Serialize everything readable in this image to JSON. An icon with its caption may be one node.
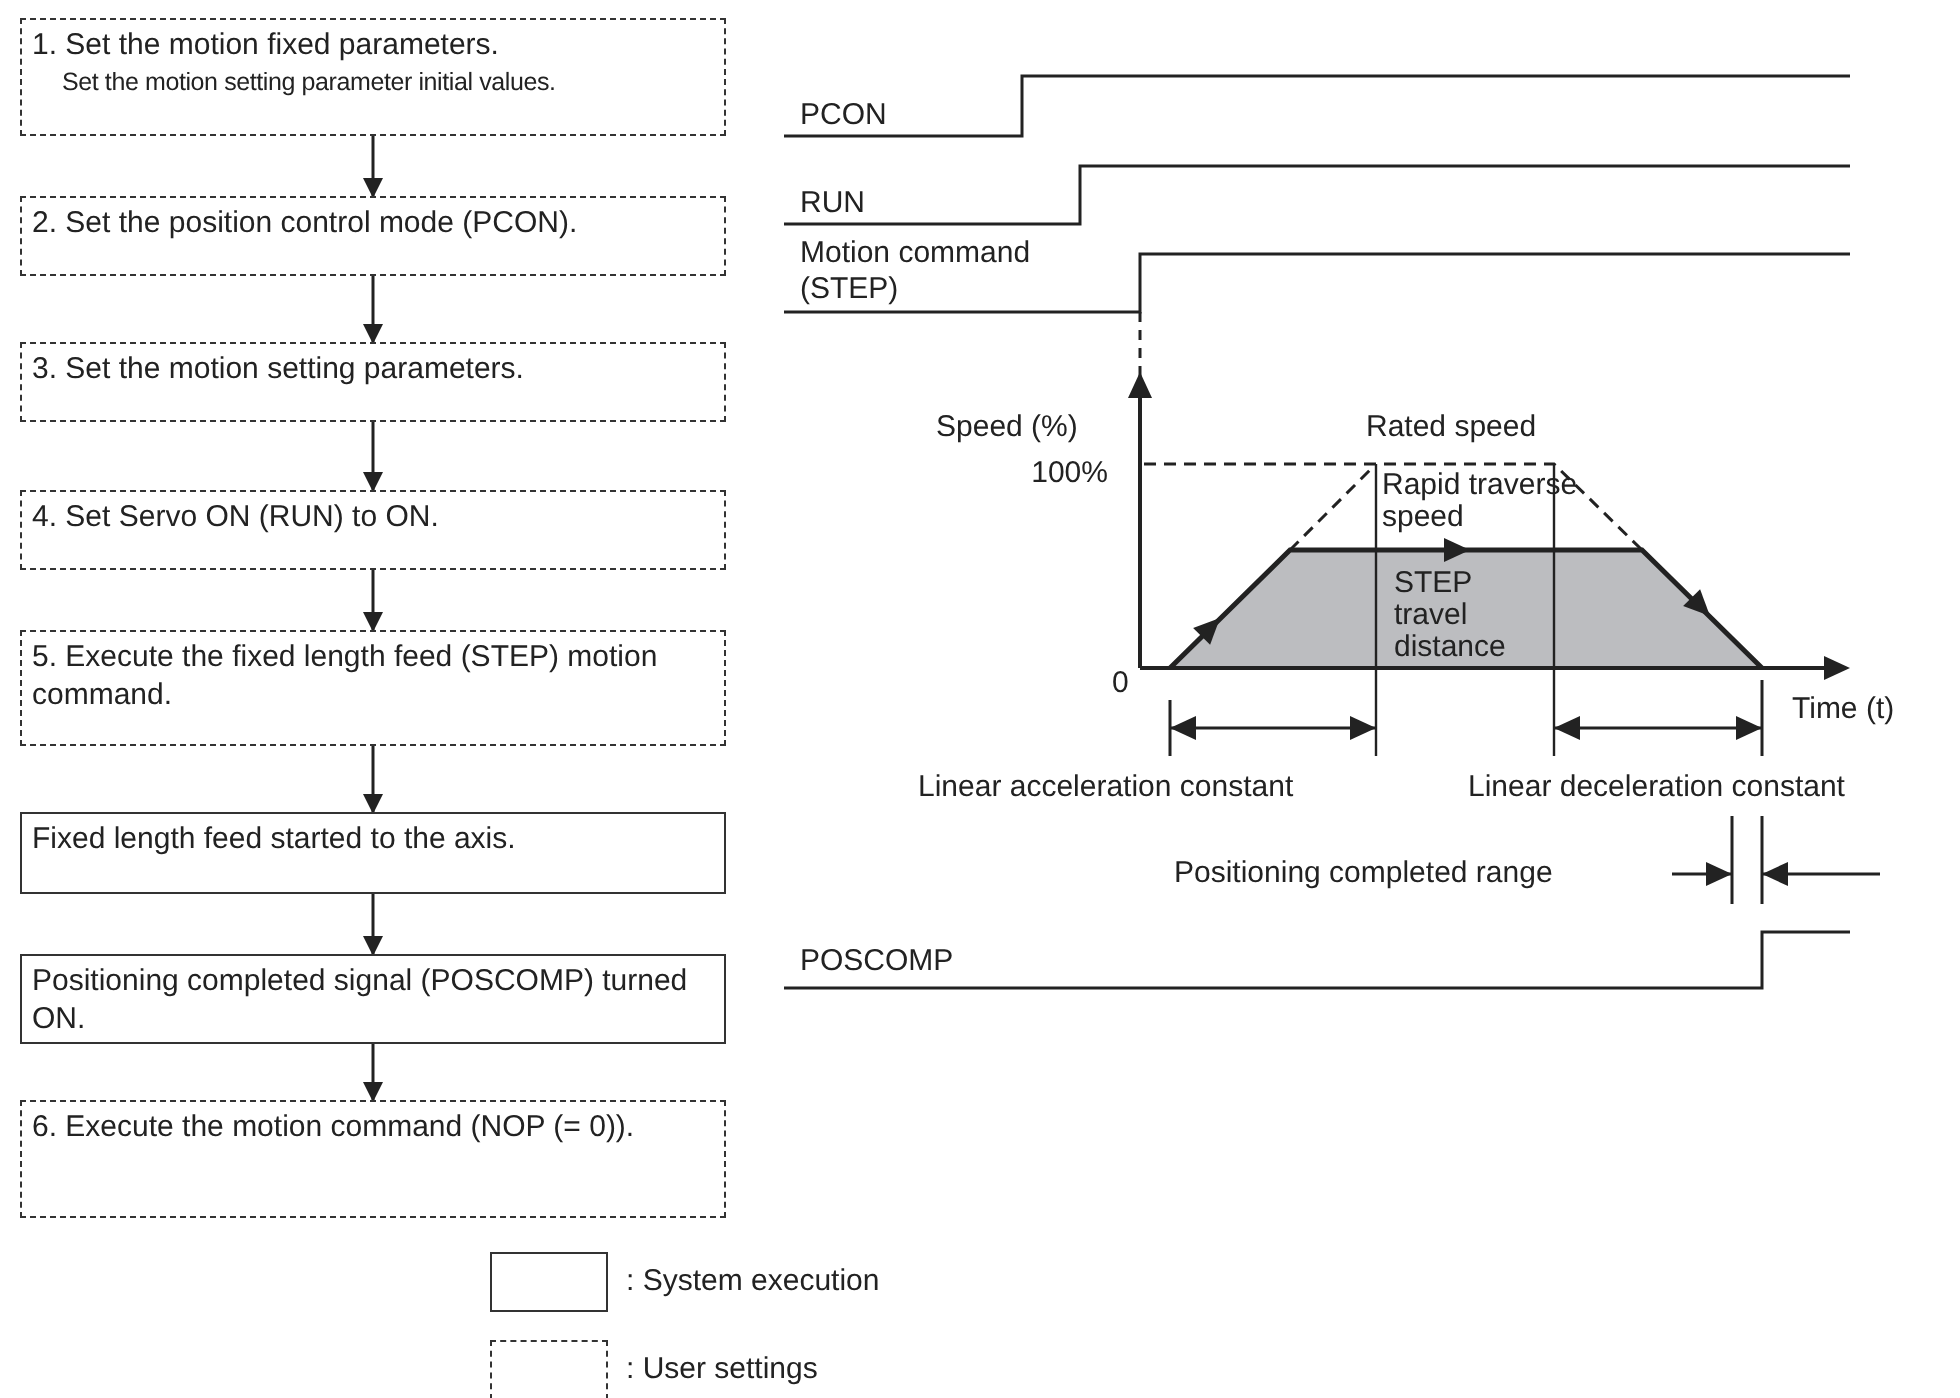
{
  "diagram": {
    "nodes": [
      {
        "text": [
          "1. Set the motion fixed parameters.",
          "Set the motion setting parameter initial values."
        ]
      },
      {
        "text": [
          "2. Set the position control mode (PCON)."
        ]
      },
      {
        "text": [
          "3. Set the motion setting parameters."
        ]
      },
      {
        "text": [
          "4. Set Servo ON (RUN) to ON."
        ]
      },
      {
        "text": [
          "5. Execute the fixed length feed (STEP) motion command."
        ]
      },
      {
        "text": [
          "Fixed length feed started to the axis."
        ]
      },
      {
        "text": [
          "Positioning completed signal (POSCOMP) turned ON."
        ]
      },
      {
        "text": [
          "6. Execute the motion command (NOP (= 0))."
        ]
      }
    ],
    "edges": [
      {
        "from": 0,
        "to": 1,
        "arrow": "to"
      },
      {
        "from": 1,
        "to": 2,
        "arrow": "to"
      },
      {
        "from": 2,
        "to": 3,
        "arrow": "to"
      },
      {
        "from": 3,
        "to": 4,
        "arrow": "to"
      },
      {
        "from": 4,
        "to": 5,
        "arrow": "to"
      },
      {
        "from": 5,
        "to": 6,
        "arrow": "to"
      },
      {
        "from": 6,
        "to": 7,
        "arrow": "to"
      }
    ],
    "labels": [
      "PCON",
      "RUN",
      "Motion command (STEP)",
      "Speed (%)",
      "Rated speed",
      "100%",
      "Rapid traverse speed",
      "STEP travel distance",
      "0",
      "Time (t)",
      "Linear acceleration constant",
      "Linear deceleration constant",
      "Positioning completed range",
      "POSCOMP"
    ],
    "legend": [
      {
        "text": ": System execution"
      },
      {
        "text": ": User settings"
      }
    ]
  }
}
